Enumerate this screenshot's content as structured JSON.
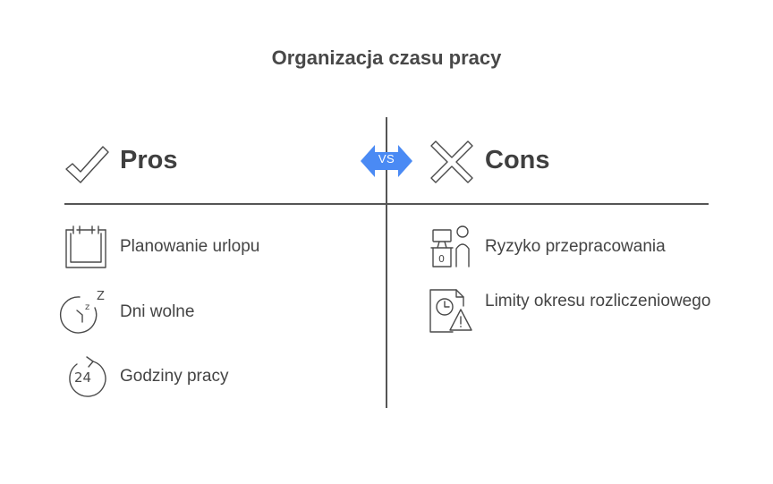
{
  "title": "Organizacja czasu pracy",
  "vs_label": "VS",
  "accent_color": "#4a8af4",
  "pros": {
    "label": "Pros",
    "icon": "checkmark-icon",
    "items": [
      {
        "label": "Planowanie urlopu",
        "icon": "calendar-icon"
      },
      {
        "label": "Dni wolne",
        "icon": "sleep-clock-icon"
      },
      {
        "label": "Godziny pracy",
        "icon": "24-hours-icon"
      }
    ]
  },
  "cons": {
    "label": "Cons",
    "icon": "cross-icon",
    "items": [
      {
        "label": "Ryzyko przepracowania",
        "icon": "overworked-worker-icon"
      },
      {
        "label": "Limity okresu rozliczeniowego",
        "icon": "document-clock-warning-icon"
      }
    ]
  }
}
